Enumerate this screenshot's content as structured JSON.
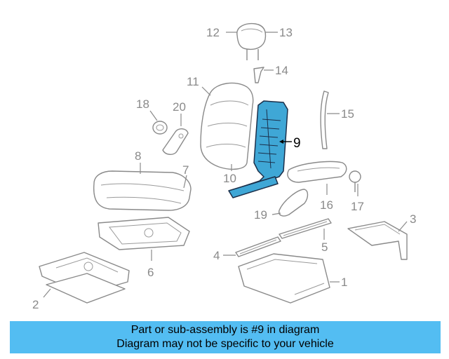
{
  "callouts": {
    "c1": "1",
    "c2": "2",
    "c3": "3",
    "c4": "4",
    "c5": "5",
    "c6": "6",
    "c7": "7",
    "c8": "8",
    "c9": "9",
    "c10": "10",
    "c11": "11",
    "c12": "12",
    "c13": "13",
    "c14": "14",
    "c15": "15",
    "c16": "16",
    "c17": "17",
    "c18": "18",
    "c19": "19",
    "c20": "20"
  },
  "highlight_color": "#3fa7d6",
  "banner": {
    "line1": "Part or sub-assembly is #9 in diagram",
    "line2": "Diagram may not be specific to your vehicle",
    "color": "#53bdf2"
  }
}
